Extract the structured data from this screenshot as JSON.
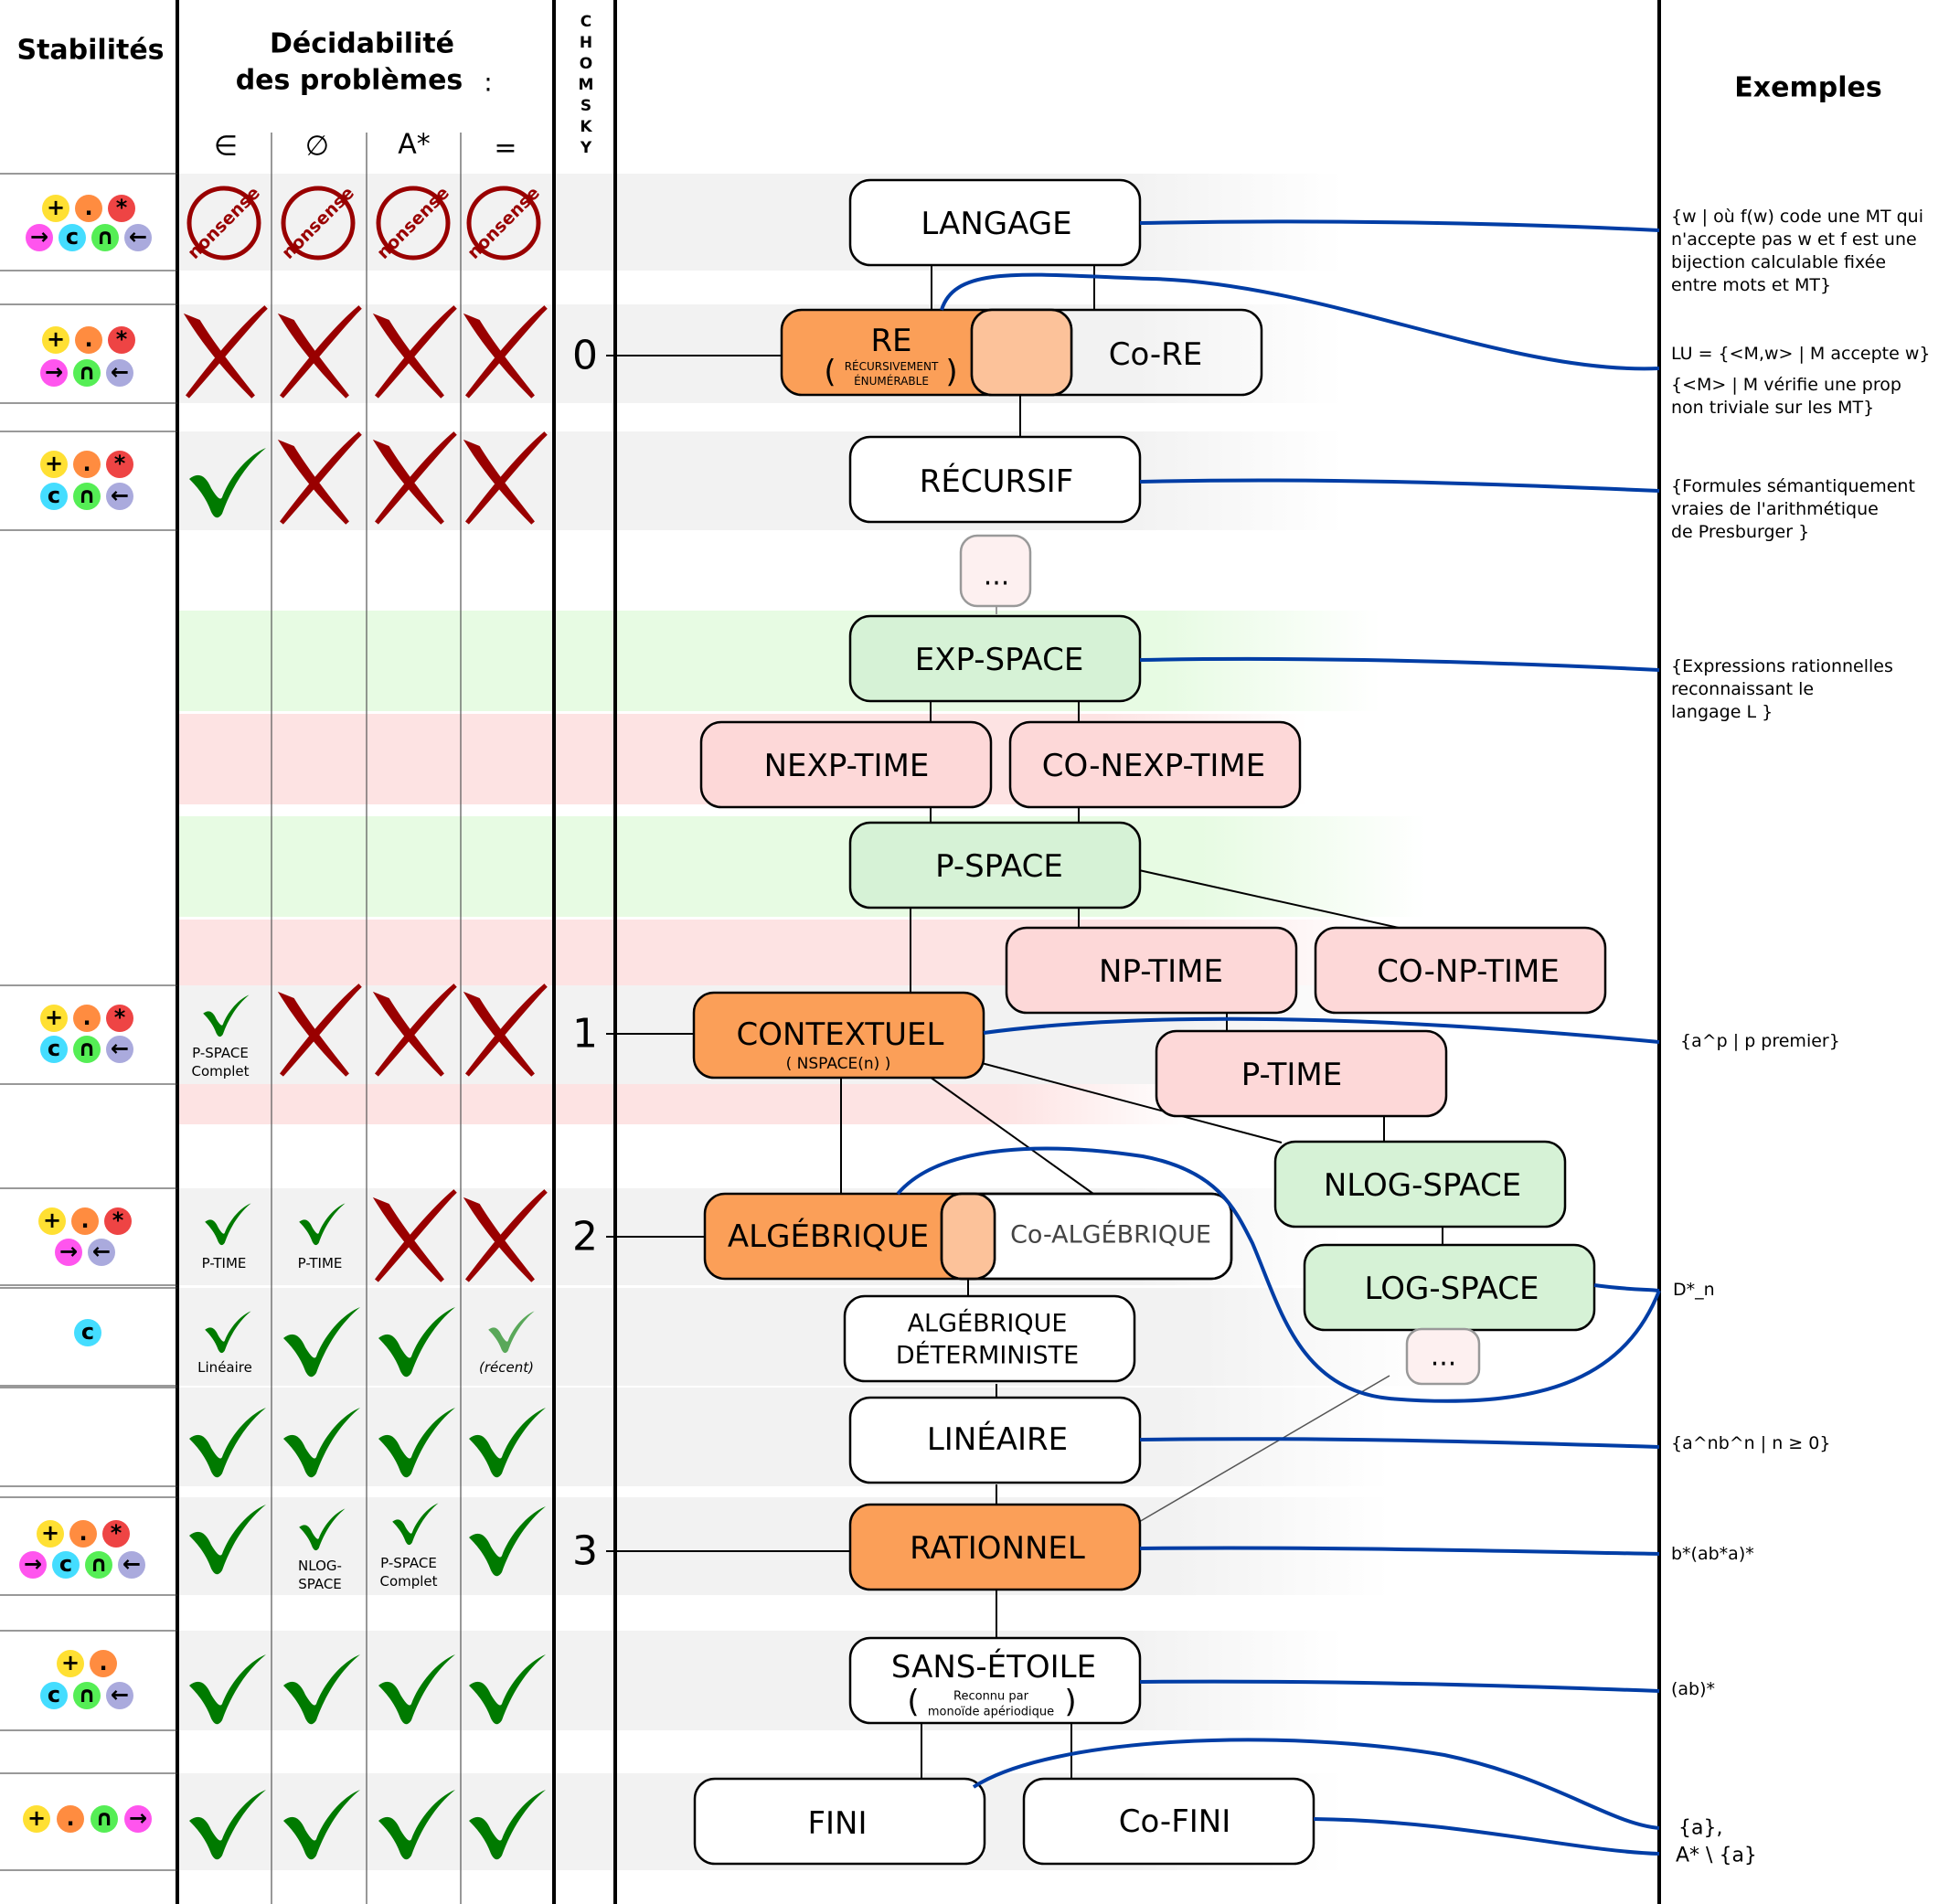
{
  "header": {
    "stabilites": "Stabilités",
    "decidabilite_line1": "Décidabilité",
    "decidabilite_line2": "des problèmes",
    "decidabilite_colon": ":",
    "col_member": "∈",
    "col_empty": "∅",
    "col_universal": "A*",
    "col_equal": "=",
    "chomsky": [
      "C",
      "H",
      "O",
      "M",
      "S",
      "K",
      "Y"
    ],
    "exemples": "Exemples"
  },
  "ops": {
    "plus": "+",
    "dot": ".",
    "star": "*",
    "prefix": "→",
    "complement": "c",
    "inter": "∩",
    "suffix": "←"
  },
  "op_colors": {
    "plus": "#ffe033",
    "dot": "#ff8c40",
    "star": "#ee4444",
    "prefix": "#ff55ee",
    "complement": "#44ddff",
    "inter": "#55ee55",
    "suffix": "#aaaadd"
  },
  "colors": {
    "orange": "#fb9f58",
    "orange_light": "#fcc29a",
    "pink_fill": "#fdd8d8",
    "green_fill": "#d6f2d6",
    "green_band": "#e7fbe3",
    "red_band": "#fde3e3",
    "gray_band": "#f2f2f2",
    "cross": "#990000",
    "check": "#007a00",
    "check_light": "#5aa85a",
    "example_line": "#003da5"
  },
  "nonsense": "nonsense",
  "chomsky_levels": [
    "0",
    "1",
    "2",
    "3"
  ],
  "decision_labels": {
    "pspace_complet": [
      "P-SPACE",
      "Complet"
    ],
    "ptime": "P-TIME",
    "lineaire": "Linéaire",
    "recent": "(récent)",
    "nlogspace": [
      "NLOG-",
      "SPACE"
    ]
  },
  "classes": {
    "langage": "LANGAGE",
    "re": "RE",
    "re_sub": [
      "RÉCURSIVEMENT",
      "ÉNUMÉRABLE"
    ],
    "co_re": "Co-RE",
    "recursif": "RÉCURSIF",
    "dots": "...",
    "exp_space": "EXP-SPACE",
    "nexp_time": "NEXP-TIME",
    "co_nexp_time": "CO-NEXP-TIME",
    "p_space": "P-SPACE",
    "np_time": "NP-TIME",
    "co_np_time": "CO-NP-TIME",
    "contextuel": "CONTEXTUEL",
    "contextuel_sub": "( NSPACE(n) )",
    "p_time": "P-TIME",
    "nlog_space": "NLOG-SPACE",
    "algebrique": "ALGÉBRIQUE",
    "co_algebrique": "Co-ALGÉBRIQUE",
    "log_space": "LOG-SPACE",
    "alg_det": [
      "ALGÉBRIQUE",
      "DÉTERMINISTE"
    ],
    "lineaire": "LINÉAIRE",
    "rationnel": "RATIONNEL",
    "sans_etoile": "SANS-ÉTOILE",
    "sans_etoile_sub": [
      "Reconnu par",
      "monoïde apériodique"
    ],
    "fini": "FINI",
    "co_fini": "Co-FINI"
  },
  "examples": {
    "langage": [
      "{w  | où f(w) code une MT qui",
      " n'accepte pas w et f est une",
      "bijection calculable fixée",
      "entre mots et MT}"
    ],
    "lu": "LU = {<M,w> | M accepte w}",
    "rice": [
      "{<M> | M vérifie une prop",
      "  non triviale sur les MT}"
    ],
    "presburger": [
      "{Formules sémantiquement",
      " vraies de l'arithmétique",
      " de Presburger }"
    ],
    "exp": [
      "{Expressions rationnelles",
      " reconnaissant le",
      " langage L }"
    ],
    "premier": "{a^p | p premier}",
    "dyck": "D*_n",
    "anbn": "{a^nb^n | n ≥ 0}",
    "rat": "b*(ab*a)*",
    "star_free": "(ab)*",
    "fini": "{a},",
    "co_fini": "A* \\ {a}"
  }
}
